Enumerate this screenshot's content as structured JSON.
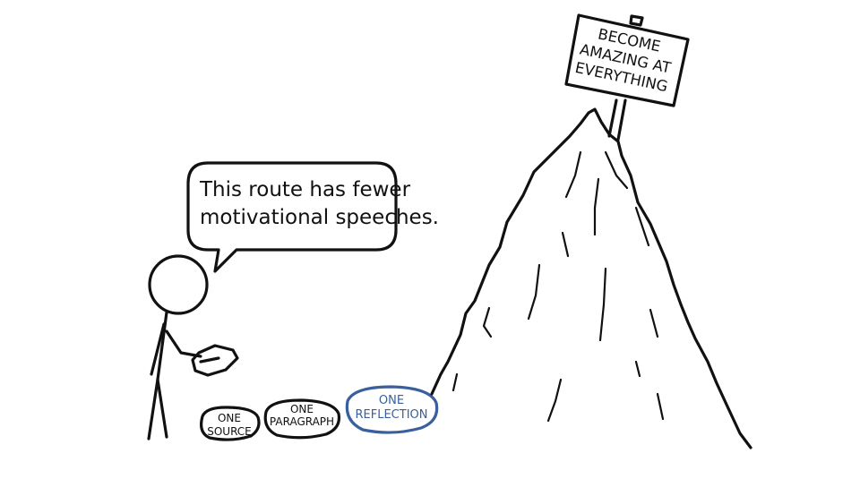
{
  "speech": {
    "line1": "This route has fewer",
    "line2": "motivational speeches."
  },
  "sign": {
    "line1": "BECOME",
    "line2": "AMAZING AT",
    "line3": "EVERYTHING"
  },
  "stones": [
    {
      "line1": "ONE",
      "line2": "SOURCE"
    },
    {
      "line1": "ONE",
      "line2": "PARAGRAPH"
    },
    {
      "line1": "ONE",
      "line2": "REFLECTION"
    }
  ],
  "colors": {
    "ink": "#111111",
    "highlight": "#3a5f9e",
    "background": "#ffffff"
  }
}
